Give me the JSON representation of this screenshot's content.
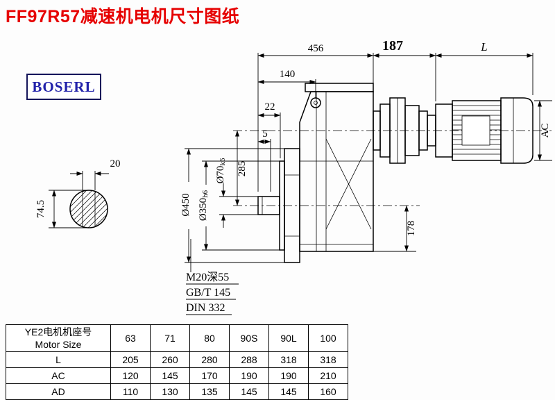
{
  "title": "FF97R57减速机电机尺寸图纸",
  "brand": {
    "logo_text": "BOSERL"
  },
  "colors": {
    "title_red": "#e60000",
    "logo_blue": "#2222aa"
  },
  "drawing": {
    "dims": {
      "overall_456": "456",
      "adapter_187": "187",
      "motor_length_L": "L",
      "flange_offset_140": "140",
      "flange_thickness_22": "22",
      "pilot_5": "5",
      "keyway_width_20": "20",
      "bore_height_74_5": "74.5",
      "flange_dia": "Ø450",
      "spigot_dia": "Ø350",
      "spigot_dia_tol": "h6",
      "shaft_dia": "Ø70",
      "shaft_dia_tol": "k6",
      "axis_distance_285": "285",
      "base_height_178": "178",
      "motor_dia_AC": "AC"
    },
    "notes": [
      "M20深55",
      "GB/T 145",
      "DIN 332"
    ]
  },
  "table": {
    "header_cn": "YE2电机机座号",
    "header_en": "Motor Size",
    "sizes": [
      "63",
      "71",
      "80",
      "90S",
      "90L",
      "100"
    ],
    "rows": [
      {
        "label": "L",
        "values": [
          "205",
          "260",
          "280",
          "288",
          "318",
          "318"
        ]
      },
      {
        "label": "AC",
        "values": [
          "120",
          "145",
          "170",
          "190",
          "190",
          "210"
        ]
      },
      {
        "label": "AD",
        "values": [
          "110",
          "130",
          "135",
          "145",
          "145",
          "160"
        ]
      }
    ]
  }
}
